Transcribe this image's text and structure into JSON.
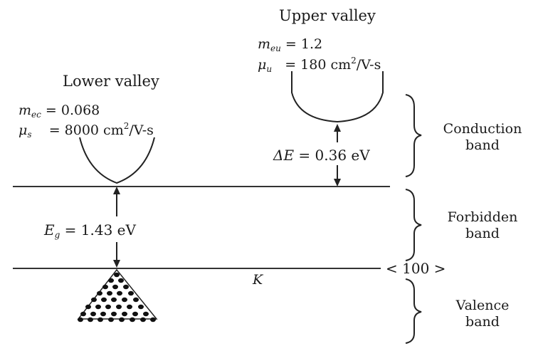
{
  "upper_valley": {
    "title": "Upper valley",
    "mass_symbol": "m",
    "mass_sub": "eu",
    "mass_value": "= 1.2",
    "mobility_symbol": "μ",
    "mobility_sub": "u",
    "mobility_value": "= 180 cm",
    "mobility_exp": "2",
    "mobility_unit": "/V-s"
  },
  "lower_valley": {
    "title": "Lower valley",
    "mass_symbol": "m",
    "mass_sub": "ec",
    "mass_value": "= 0.068",
    "mobility_symbol": "μ",
    "mobility_sub": "s",
    "mobility_value": "= 8000 cm",
    "mobility_exp": "2",
    "mobility_unit": "/V-s"
  },
  "delta_e": {
    "symbol": "ΔE",
    "value": "= 0.36 eV"
  },
  "band_gap": {
    "symbol": "E",
    "sub": "g",
    "value": "= 1.43 eV"
  },
  "bands": {
    "conduction_line1": "Conduction",
    "conduction_line2": "band",
    "forbidden_line1": "Forbidden",
    "forbidden_line2": "band",
    "valence_line1": "Valence",
    "valence_line2": "band"
  },
  "direction_label": "< 100 >",
  "k_label": "K",
  "colors": {
    "ink": "#1a1a1a",
    "line": "#333333",
    "background": "#ffffff"
  }
}
